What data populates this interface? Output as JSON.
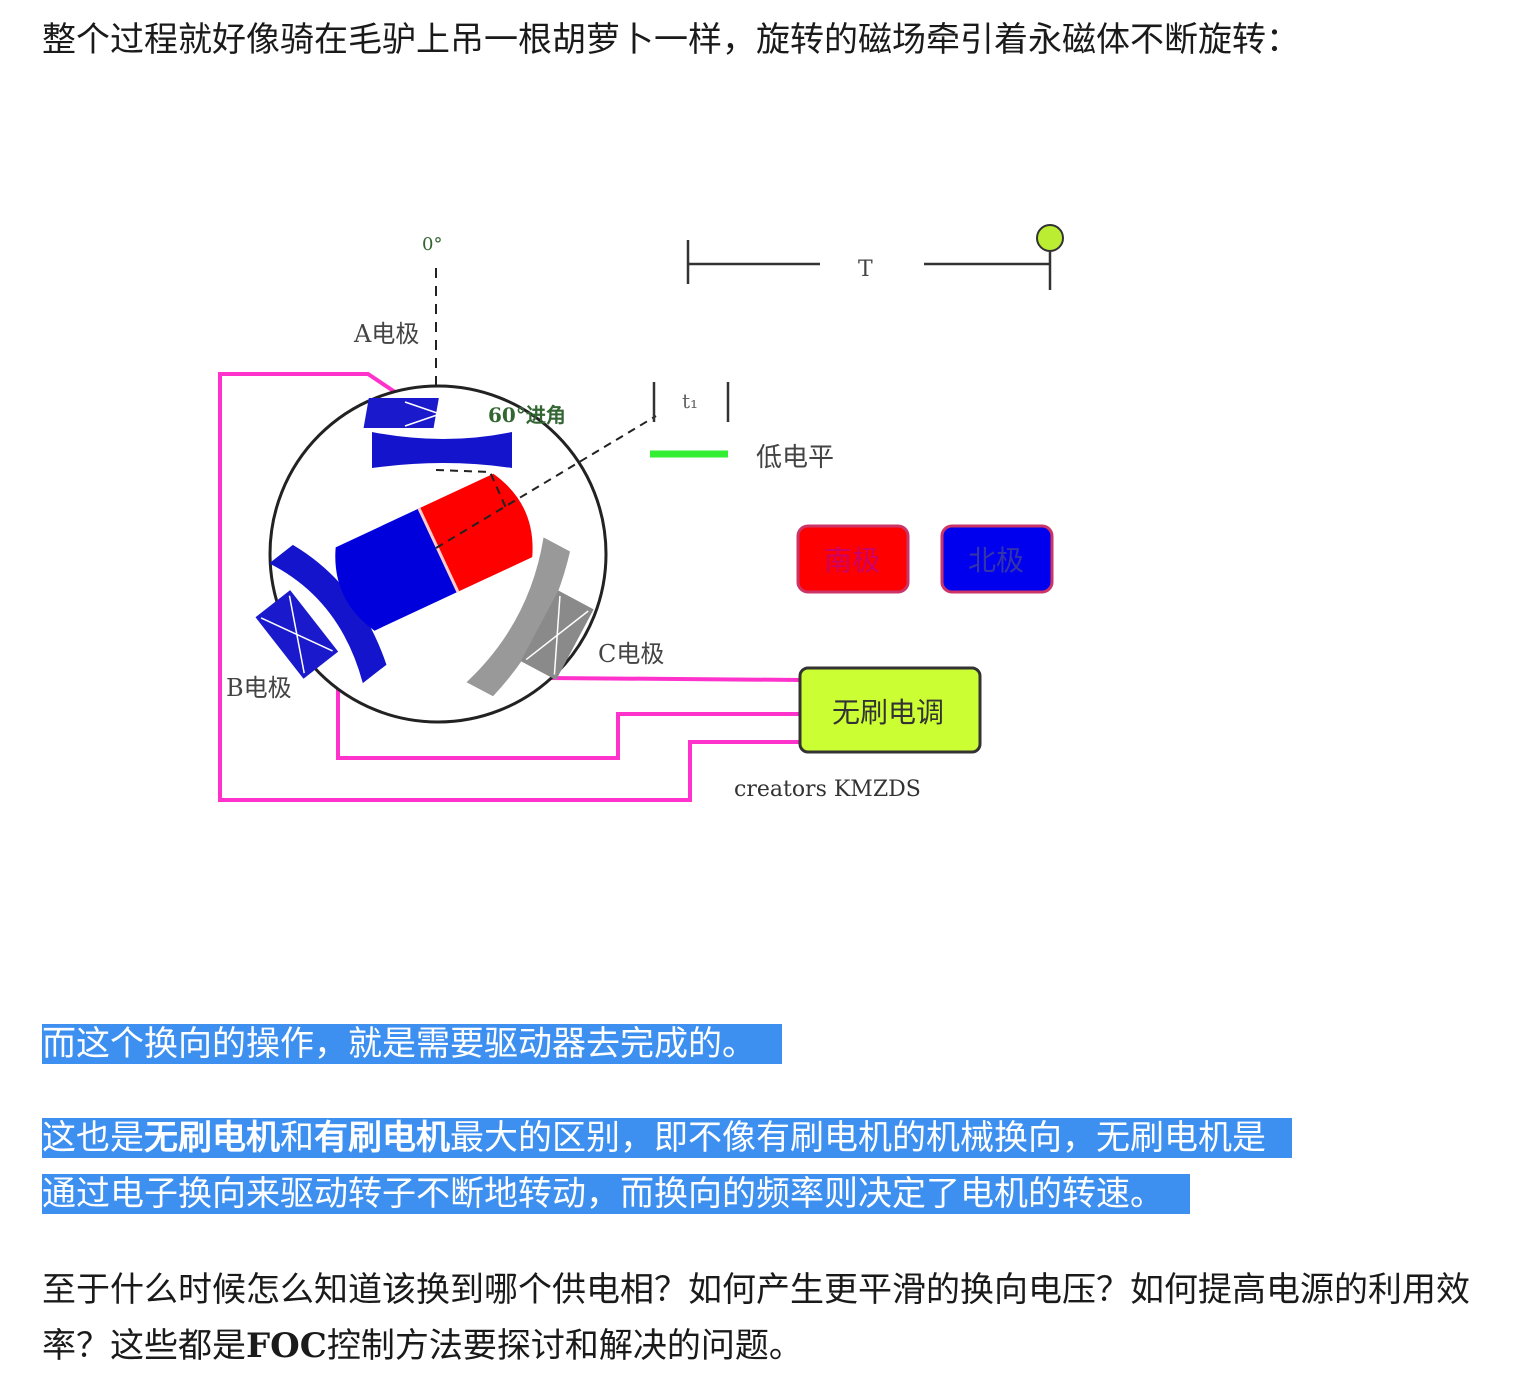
{
  "para1": {
    "text": "整个过程就好像骑在毛驴上吊一根胡萝卜一样，旋转的磁场牵引着永磁体不断旋转："
  },
  "figure": {
    "angle_label": "0°",
    "a_pole": "A电极",
    "b_pole": "B电极",
    "c_pole": "C电极",
    "advance": "60°进角",
    "period": "T",
    "t1": "t₁",
    "low_level": "低电平",
    "south": "南极",
    "north": "北极",
    "esc": "无刷电调",
    "credit": "creators KMZDS",
    "colors": {
      "wire": "#ff33cc",
      "stator": "#1010cc",
      "rotor_s": "#ff0000",
      "rotor_n": "#0000dd",
      "esc": "#ccff33",
      "low": "#33ee33",
      "bulb": "#bbee33",
      "inactive": "#999999"
    }
  },
  "para2": {
    "text": "而这个换向的操作，就是需要驱动器去完成的。"
  },
  "para3": {
    "line1_pre": "这也是",
    "line1_b1": "无刷电机",
    "line1_mid": "和",
    "line1_b2": "有刷电机",
    "line1_post": "最大的区别，即不像有刷电机的机械换向，无刷电机是",
    "line2": "通过电子换向来驱动转子不断地转动，而换向的频率则决定了电机的转速。"
  },
  "para4": {
    "pre": "至于什么时候怎么知道该换到哪个供电相？如何产生更平滑的换向电压？如何提高电源的利用效率？这些都是",
    "bold": "FOC",
    "post": "控制方法要探讨和解决的问题。"
  }
}
